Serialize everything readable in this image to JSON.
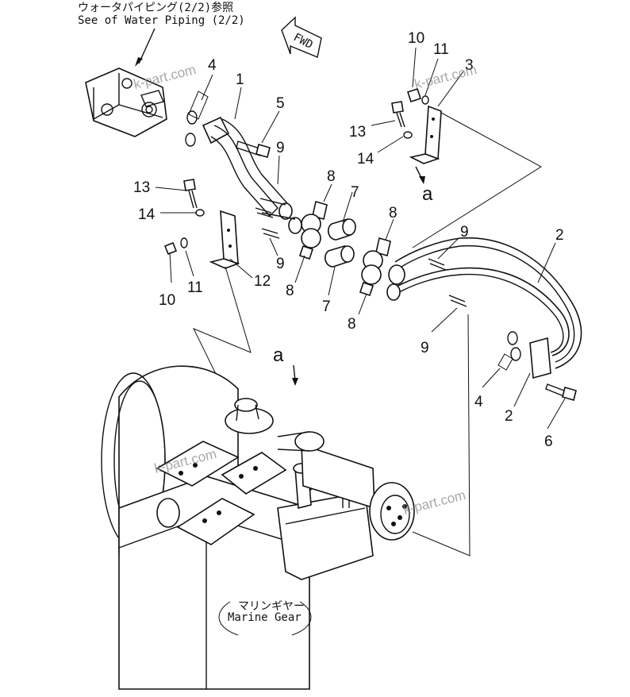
{
  "annotations": {
    "water_ref_jp": "ウォータパイピング(2/2)参照",
    "water_ref_en": "See of Water Piping (2/2)",
    "marine_gear_jp": "マリンギヤー",
    "marine_gear_en": "Marine Gear",
    "fwd": "FWD",
    "view_a_top": "a",
    "view_a_mid": "a"
  },
  "watermarks": [
    "k-part.com",
    "k-part.com",
    "k-part.com",
    "k-part.com"
  ],
  "callouts": {
    "c1": "1",
    "c2a": "2",
    "c2b": "2",
    "c3": "3",
    "c4a": "4",
    "c4b": "4",
    "c5": "5",
    "c6": "6",
    "c7a": "7",
    "c7b": "7",
    "c8a": "8",
    "c8b": "8",
    "c8c": "8",
    "c8d": "8",
    "c9a": "9",
    "c9b": "9",
    "c9c": "9",
    "c9d": "9",
    "c10a": "10",
    "c10b": "10",
    "c11a": "11",
    "c11b": "11",
    "c12": "12",
    "c13a": "13",
    "c13b": "13",
    "c14a": "14",
    "c14b": "14"
  }
}
